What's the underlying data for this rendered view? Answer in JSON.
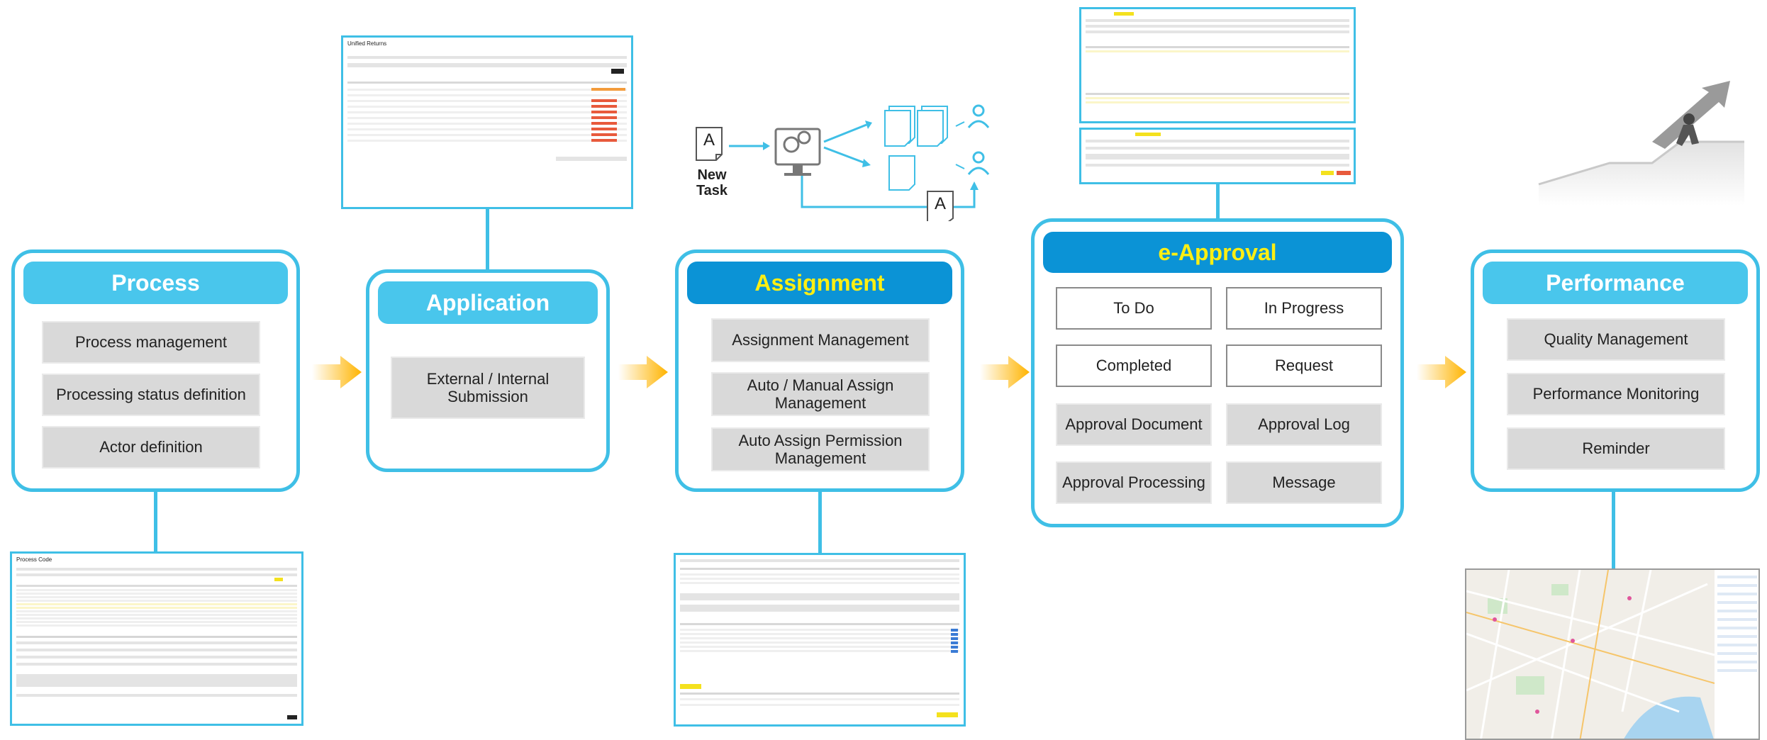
{
  "stages": {
    "process": {
      "title": "Process",
      "items": [
        "Process management",
        "Processing status definition",
        "Actor definition"
      ]
    },
    "application": {
      "title": "Application",
      "items": [
        "External / Internal Submission"
      ]
    },
    "assignment": {
      "title": "Assignment",
      "items": [
        "Assignment Management",
        "Auto / Manual Assign Management",
        "Auto Assign Permission Management"
      ]
    },
    "eapproval": {
      "title": "e-Approval",
      "status_items": [
        "To Do",
        "In Progress",
        "Completed",
        "Request"
      ],
      "items": [
        "Approval Document",
        "Approval Log",
        "Approval Processing",
        "Message"
      ]
    },
    "performance": {
      "title": "Performance",
      "items": [
        "Quality Management",
        "Performance Monitoring",
        "Reminder"
      ]
    }
  },
  "task_illustration": {
    "doc_letter": "A",
    "new_task_label_1": "New",
    "new_task_label_2": "Task"
  },
  "thumbnails": {
    "process_screen_title": "Process Code",
    "application_screen_title": "Unified Returns"
  },
  "colors": {
    "stage_border": "#3fbfe6",
    "header_light": "#49c6ec",
    "header_dark": "#0b93d6",
    "header_dark_text": "#ffef12",
    "item_fill": "#d9d9d9",
    "arrow": "#ffb400"
  }
}
